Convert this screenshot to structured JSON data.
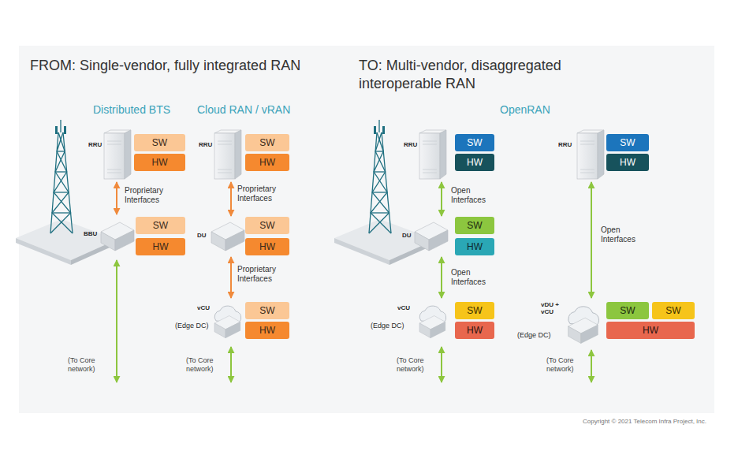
{
  "diagram": {
    "nodes": [
      {
        "text": [
          "RRU"
        ]
      },
      {
        "text": [
          "SW"
        ]
      },
      {
        "text": [
          "HW"
        ]
      },
      {
        "text": [
          "BBU"
        ]
      },
      {
        "text": [
          "SW"
        ]
      },
      {
        "text": [
          "HW"
        ]
      },
      {
        "text": [
          "RRU"
        ]
      },
      {
        "text": [
          "SW"
        ]
      },
      {
        "text": [
          "HW"
        ]
      },
      {
        "text": [
          "DU"
        ]
      },
      {
        "text": [
          "SW"
        ]
      },
      {
        "text": [
          "HW"
        ]
      },
      {
        "text": [
          "vCU",
          "(Edge DC)"
        ]
      },
      {
        "text": [
          "SW"
        ]
      },
      {
        "text": [
          "HW"
        ]
      },
      {
        "text": [
          "RRU"
        ]
      },
      {
        "text": [
          "SW"
        ]
      },
      {
        "text": [
          "HW"
        ]
      },
      {
        "text": [
          "DU"
        ]
      },
      {
        "text": [
          "SW"
        ]
      },
      {
        "text": [
          "HW"
        ]
      },
      {
        "text": [
          "vCU",
          "(Edge DC)"
        ]
      },
      {
        "text": [
          "SW"
        ]
      },
      {
        "text": [
          "HW"
        ]
      },
      {
        "text": [
          "RRU"
        ]
      },
      {
        "text": [
          "SW"
        ]
      },
      {
        "text": [
          "HW"
        ]
      },
      {
        "text": [
          "vDU + vCU",
          "(Edge DC)"
        ]
      },
      {
        "text": [
          "SW"
        ]
      },
      {
        "text": [
          "SW"
        ]
      },
      {
        "text": [
          "HW"
        ]
      }
    ],
    "edges": [
      {
        "from": 0,
        "to": 3,
        "arrow": "both",
        "label": "Proprietary Interfaces"
      },
      {
        "from": 6,
        "to": 9,
        "arrow": "both",
        "label": "Proprietary Interfaces"
      },
      {
        "from": 9,
        "to": 12,
        "arrow": "both",
        "label": "Proprietary Interfaces"
      },
      {
        "from": 15,
        "to": 18,
        "arrow": "both",
        "label": "Open Interfaces"
      },
      {
        "from": 18,
        "to": 21,
        "arrow": "both",
        "label": "Open Interfaces"
      },
      {
        "from": 24,
        "to": 27,
        "arrow": "both",
        "label": "Open Interfaces"
      }
    ],
    "labels": [
      "FROM: Single-vendor, fully integrated RAN",
      "TO: Multi-vendor, disaggregated interoperable RAN",
      "Distributed BTS",
      "Cloud RAN / vRAN",
      "OpenRAN",
      "(To Core network)",
      "(To Core network)",
      "(To Core network)",
      "(To Core network)",
      "Copyright © 2021 Telecom Infra Project, Inc."
    ]
  }
}
